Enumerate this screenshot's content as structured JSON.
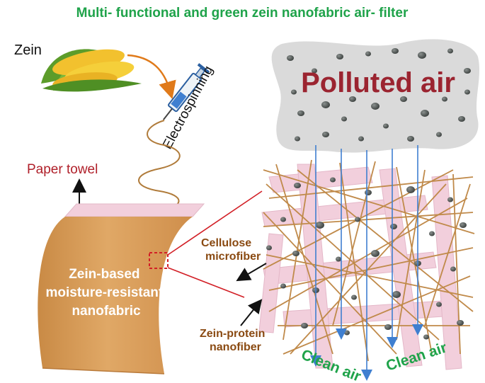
{
  "title": "Multi- functional and green zein nanofabric air- filter",
  "zein_label": "Zein",
  "electrospinning_label": "Electrospinning",
  "paper_towel_label": "Paper towel",
  "polluted_air_label": "Polluted air",
  "fabric_label_lines": [
    "Zein-based",
    "moisture-resistant",
    "nanofabric"
  ],
  "cellulose_label_lines": [
    "Cellulose",
    "microfiber"
  ],
  "zein_protein_label_lines": [
    "Zein-protein",
    "nanofiber"
  ],
  "clean_air_labels": [
    "Clean air",
    "Clean air"
  ],
  "icons": [
    "corn-image",
    "syringe-icon",
    "paper-towel-sheet",
    "pollution-cloud",
    "fiber-mesh"
  ],
  "colors": {
    "title_green": "#1fa34a",
    "paper_red": "#b0202a",
    "polluted_red": "#9b2430",
    "fabric_orange": "#d89a55",
    "fiber_brown": "#8a4a12",
    "cellulose_pink": "#f2cfdc",
    "cloud_gray": "#dadada",
    "particle_gray": "#4f5553",
    "arrow_blue": "#3f7fd0"
  }
}
